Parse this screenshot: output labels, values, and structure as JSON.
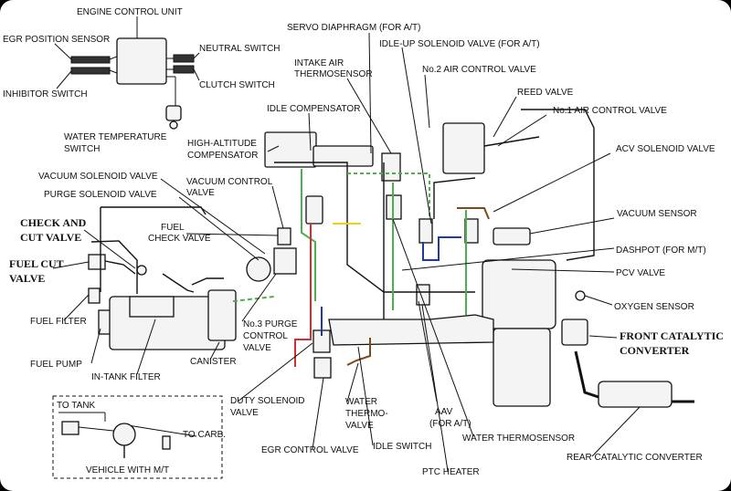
{
  "labels": {
    "ecu": "ENGINE CONTROL UNIT",
    "egr_position_sensor": "EGR POSITION SENSOR",
    "inhibitor_switch": "INHIBITOR SWITCH",
    "neutral_switch": "NEUTRAL SWITCH",
    "clutch_switch": "CLUTCH SWITCH",
    "water_temp_switch_1": "WATER TEMPERATURE",
    "water_temp_switch_2": "SWITCH",
    "servo_diaphragm": "SERVO DIAPHRAGM (FOR A/T)",
    "idle_up_solenoid": "IDLE-UP SOLENOID VALVE (FOR A/T)",
    "intake_air_1": "INTAKE AIR",
    "intake_air_2": "THERMOSENSOR",
    "no2_air_control": "No.2 AIR CONTROL VALVE",
    "reed_valve": "REED VALVE",
    "no1_air_control": "No.1 AIR CONTROL VALVE",
    "idle_compensator": "IDLE COMPENSATOR",
    "high_alt_1": "HIGH-ALTITUDE",
    "high_alt_2": "COMPENSATOR",
    "acv_solenoid": "ACV SOLENOID VALVE",
    "vacuum_solenoid": "VACUUM SOLENOID VALVE",
    "vacuum_control_1": "VACUUM CONTROL",
    "vacuum_control_2": "VALVE",
    "purge_solenoid": "PURGE SOLENOID VALVE",
    "vacuum_sensor": "VACUUM SENSOR",
    "check_cut_1": "CHECK AND",
    "check_cut_2": "CUT VALVE",
    "fuel_check_1": "FUEL",
    "fuel_check_2": "CHECK VALVE",
    "fuel_cut_1": "FUEL CUT",
    "fuel_cut_2": "VALVE",
    "dashpot": "DASHPOT (FOR M/T)",
    "pcv_valve": "PCV VALVE",
    "oxygen_sensor": "OXYGEN SENSOR",
    "fuel_filter": "FUEL FILTER",
    "no3_purge_1": "No.3 PURGE",
    "no3_purge_2": "CONTROL",
    "no3_purge_3": "VALVE",
    "front_cat_1": "FRONT CATALYTIC",
    "front_cat_2": "CONVERTER",
    "fuel_pump": "FUEL PUMP",
    "in_tank_filter": "IN-TANK FILTER",
    "canister": "CANISTER",
    "to_tank": "TO TANK",
    "to_carb": "TO CARB.",
    "vehicle_mt": "VEHICLE WITH M/T",
    "duty_solenoid_1": "DUTY SOLENOID",
    "duty_solenoid_2": "VALVE",
    "water_thermo_1": "WATER",
    "water_thermo_2": "THERMO-",
    "water_thermo_3": "VALVE",
    "aav_1": "AAV",
    "aav_2": "(FOR A/T)",
    "water_thermosensor": "WATER THERMOSENSOR",
    "egr_control": "EGR CONTROL VALVE",
    "idle_switch": "IDLE SWITCH",
    "rear_cat": "REAR CATALYTIC CONVERTER",
    "ptc_heater": "PTC HEATER"
  },
  "colors": {
    "background": "#ffffff",
    "line": "#111111",
    "hose_green": "#4caf50",
    "hose_red": "#d32f2f",
    "hose_blue": "#1e3a9e",
    "hose_brown": "#7a4a1e",
    "hose_yellow": "#e8d21a"
  }
}
